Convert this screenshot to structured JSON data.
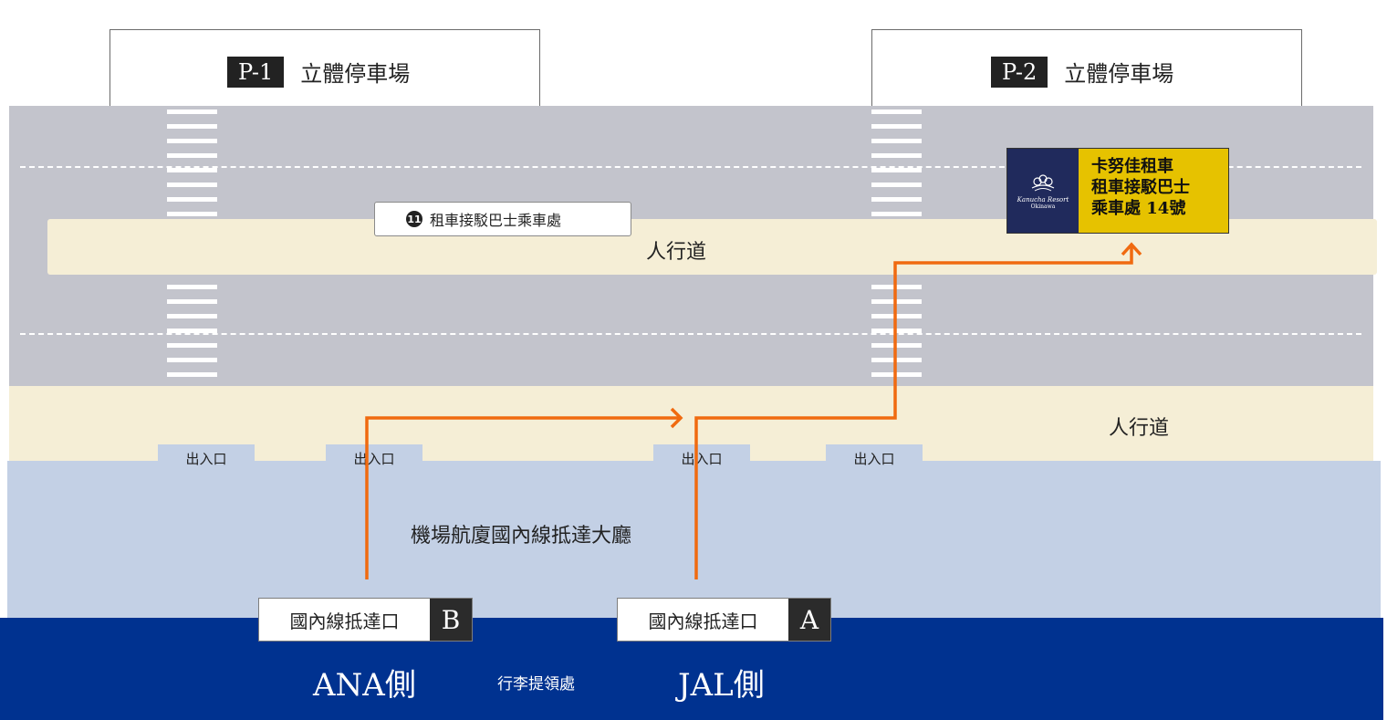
{
  "parking": [
    {
      "badge": "P-1",
      "name": "立體停車場"
    },
    {
      "badge": "P-2",
      "name": "立體停車場"
    }
  ],
  "sidewalk_label": "人行道",
  "shuttle_stop": {
    "number": "11",
    "label": "租車接駁巴士乘車處"
  },
  "kanucha_sign": {
    "brand": "Kanucha Resort",
    "brand_sub": "Okinawa",
    "lines": [
      "卡努佳租車",
      "租車接駁巴士",
      "乘車處 14號"
    ]
  },
  "door_label": "出入口",
  "terminal_label": "機場航廈國內線抵達大廳",
  "gates": [
    {
      "name": "國內線抵達口",
      "letter": "B"
    },
    {
      "name": "國內線抵達口",
      "letter": "A"
    }
  ],
  "claim": {
    "left": "ANA側",
    "middle": "行李提領處",
    "right": "JAL側"
  },
  "colors": {
    "road": "#c3c4cc",
    "sidewalk": "#f5eed6",
    "terminal": "#c3d0e5",
    "claim_band": "#003290",
    "route": "#f06a10",
    "sign_yellow": "#e6c200",
    "sign_navy": "#202a5c"
  }
}
